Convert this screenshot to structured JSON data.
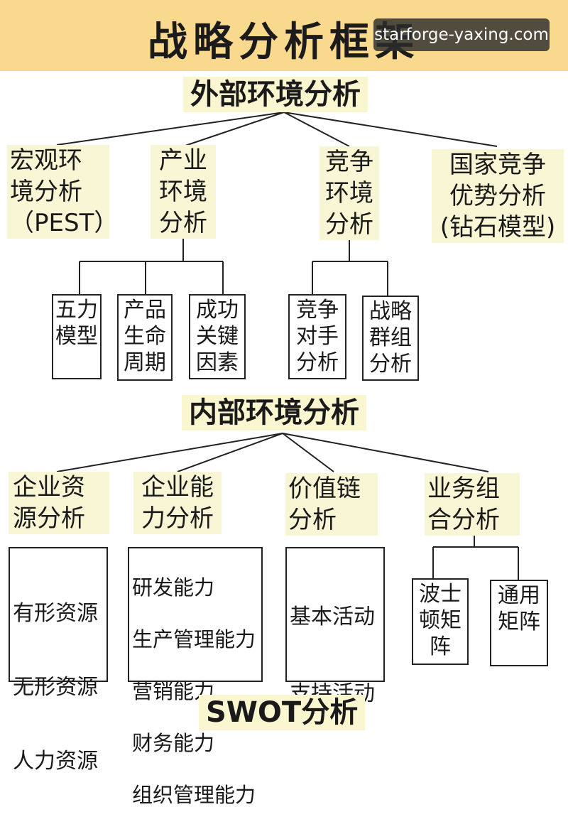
{
  "title": "战略分析框架",
  "watermark": "starforge-yaxing.com",
  "external": {
    "heading": "外部环境分析",
    "nodes": [
      {
        "label": "宏观环\n境分析\n（PEST）"
      },
      {
        "label": "产业\n环境\n分析"
      },
      {
        "label": "竞争\n环境\n分析"
      },
      {
        "label": "国家竞争\n优势分析\n(钻石模型)"
      }
    ],
    "industry_children": [
      {
        "label": "五力\n模型"
      },
      {
        "label": "产品\n生命\n周期"
      },
      {
        "label": "成功\n关键\n因素"
      }
    ],
    "competition_children": [
      {
        "label": "竞争\n对手\n分析"
      },
      {
        "label": "战略\n群组\n分析"
      }
    ]
  },
  "internal": {
    "heading": "内部环境分析",
    "nodes": [
      {
        "label": "企业资\n源分析"
      },
      {
        "label": "企业能\n力分析"
      },
      {
        "label": "价值链\n分析"
      },
      {
        "label": "业务组\n合分析"
      }
    ],
    "resources": [
      "有形资源",
      "无形资源",
      "人力资源"
    ],
    "capabilities": [
      "研发能力",
      "生产管理能力",
      "营销能力",
      "财务能力",
      "组织管理能力"
    ],
    "value_chain": [
      "基本活动",
      "支持活动"
    ],
    "portfolio_children": [
      {
        "label": "波士\n顿矩\n阵"
      },
      {
        "label": "通用\n矩阵"
      }
    ]
  },
  "swot": {
    "heading": "SWOT分析"
  }
}
